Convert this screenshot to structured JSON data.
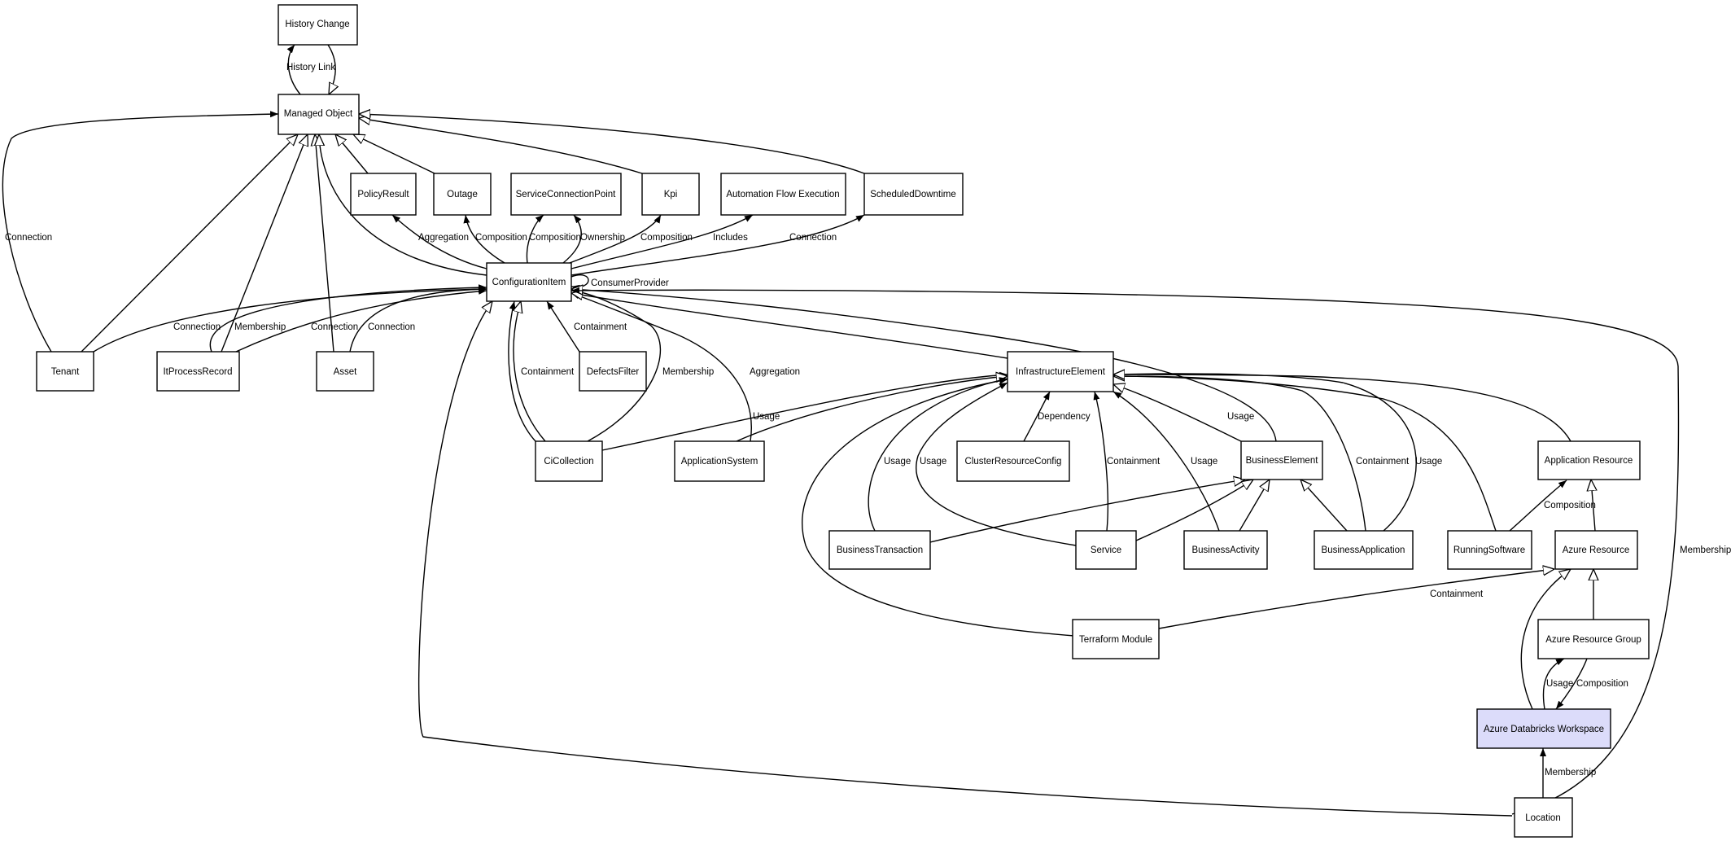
{
  "nodes": {
    "history_change": "History Change",
    "managed_object": "Managed Object",
    "policy_result": "PolicyResult",
    "outage": "Outage",
    "service_connection_point": "ServiceConnectionPoint",
    "kpi": "Kpi",
    "automation_flow_execution": "Automation Flow Execution",
    "scheduled_downtime": "ScheduledDowntime",
    "configuration_item": "ConfigurationItem",
    "tenant": "Tenant",
    "it_process_record": "ItProcessRecord",
    "asset": "Asset",
    "defects_filter": "DefectsFilter",
    "infrastructure_element": "InfrastructureElement",
    "ci_collection": "CiCollection",
    "application_system": "ApplicationSystem",
    "cluster_resource_config": "ClusterResourceConfig",
    "business_element": "BusinessElement",
    "application_resource": "Application Resource",
    "business_transaction": "BusinessTransaction",
    "service": "Service",
    "business_activity": "BusinessActivity",
    "business_application": "BusinessApplication",
    "running_software": "RunningSoftware",
    "azure_resource": "Azure Resource",
    "terraform_module": "Terraform Module",
    "azure_resource_group": "Azure Resource Group",
    "azure_databricks_workspace": "Azure Databricks Workspace",
    "location": "Location"
  },
  "edge_labels": {
    "history_link": "History Link",
    "connection": "Connection",
    "aggregation": "Aggregation",
    "composition": "Composition",
    "ownership": "Ownership",
    "includes": "Includes",
    "consumer_provider": "ConsumerProvider",
    "membership": "Membership",
    "containment": "Containment",
    "usage": "Usage",
    "dependency": "Dependency"
  },
  "colors": {
    "highlight_fill": "#dcdcfa",
    "node_fill": "#ffffff",
    "stroke": "#000000"
  }
}
